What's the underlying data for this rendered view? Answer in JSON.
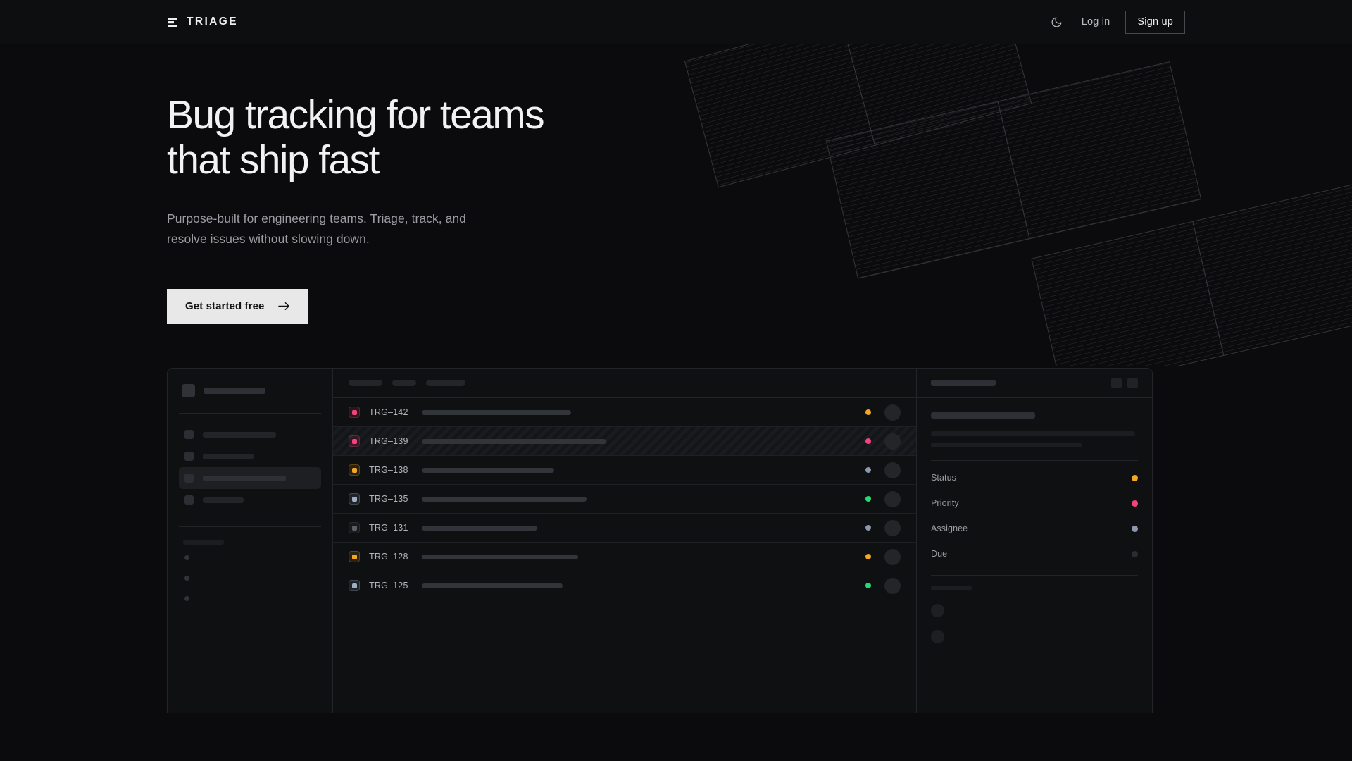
{
  "nav": {
    "brand": "TRIAGE",
    "brand_icon": "stacked-bars-logo-icon",
    "theme_toggle_icon": "moon-icon",
    "login_label": "Log in",
    "signup_label": "Sign up"
  },
  "hero": {
    "headline_line1": "Bug tracking for teams",
    "headline_line2": "that ship fast",
    "subheading": "Purpose-built for engineering teams. Triage, track, and resolve issues without slowing down.",
    "cta_label": "Get started free",
    "cta_icon": "arrow-right-icon"
  },
  "decoration": {
    "name": "hatched-panels-artwork",
    "stroke": "#2a2b2f"
  },
  "app": {
    "sidebar": {
      "logo_placeholder": true,
      "nav_items": [
        {
          "width": 104,
          "active": false
        },
        {
          "width": 72,
          "active": false
        },
        {
          "width": 118,
          "active": true
        },
        {
          "width": 58,
          "active": false
        }
      ],
      "section_label_width": 58,
      "mini_items": 3
    },
    "list": {
      "filters": [
        {
          "width": 48
        },
        {
          "width": 34
        },
        {
          "width": 56
        }
      ],
      "rows": [
        {
          "id": "TRG–142",
          "chip": "#f4427a",
          "bar": 212,
          "status_dot": "#f5a623",
          "selected": false
        },
        {
          "id": "TRG–139",
          "chip": "#f4427a",
          "bar": 262,
          "status_dot": "#f4427a",
          "selected": true
        },
        {
          "id": "TRG–138",
          "chip": "#f5a623",
          "bar": 188,
          "status_dot": "#8b97ad",
          "selected": false
        },
        {
          "id": "TRG–135",
          "chip": "#9fb0c6",
          "bar": 234,
          "status_dot": "#22dd6e",
          "selected": false
        },
        {
          "id": "TRG–131",
          "chip": "#5b6068",
          "bar": 164,
          "status_dot": "#8b97ad",
          "selected": false
        },
        {
          "id": "TRG–128",
          "chip": "#f5a623",
          "bar": 222,
          "status_dot": "#f5a623",
          "selected": false
        },
        {
          "id": "TRG–125",
          "chip": "#9fb0c6",
          "bar": 200,
          "status_dot": "#22dd6e",
          "selected": false
        }
      ]
    },
    "detail": {
      "title_placeholder_width": 92,
      "action_buttons": 2,
      "heading_placeholder_width": 148,
      "text_lines": [
        290,
        214
      ],
      "meta": [
        {
          "label": "Status",
          "dot": "#f5a623"
        },
        {
          "label": "Priority",
          "dot": "#f4427a"
        },
        {
          "label": "Assignee",
          "dot": "#8b97ad"
        },
        {
          "label": "Due",
          "dot": "#2a2c31"
        }
      ],
      "activity_label_width": 58,
      "activity_avatars": 2
    }
  },
  "colors": {
    "background": "#0b0b0d",
    "panel": "#0f1012",
    "border": "#232428",
    "amber": "#f5a623",
    "pink": "#f4427a",
    "green": "#22dd6e",
    "slate": "#8b97ad",
    "cta_bg": "#e8e8e8"
  }
}
